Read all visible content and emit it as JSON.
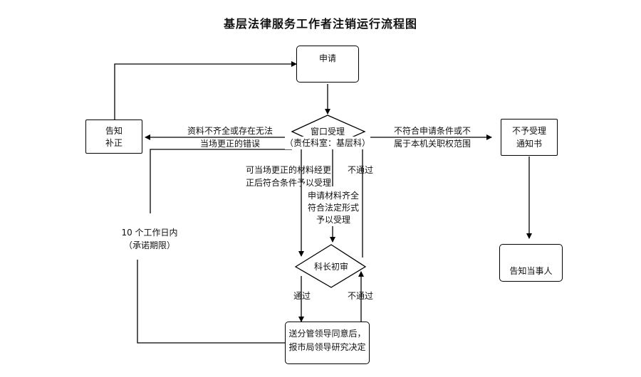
{
  "title": "基层法律服务工作者注销运行流程图",
  "nodes": {
    "apply": "申请",
    "window_line1": "窗口受理",
    "window_line2": "（责任科室：基层科）",
    "notify_fix_line1": "告知",
    "notify_fix_line2": "补正",
    "reject_notice_line1": "不予受理",
    "reject_notice_line2": "通知书",
    "inform_party": "告知当事人",
    "section_chief": "科长初审",
    "leader_line1": "送分管领导同意后，",
    "leader_line2": "报市局领导研究决定"
  },
  "edge_labels": {
    "incomplete_line1": "资料不齐全或存在无法",
    "incomplete_line2": "当场更正的错误",
    "not_eligible_line1": "不符合申请条件或不",
    "not_eligible_line2": "属于本机关职权范围",
    "correctable_line1": "可当场更正的材料经更",
    "correctable_line2": "正后符合条件予以受理",
    "complete_line1": "申请材料齐全",
    "complete_line2": "符合法定形式",
    "complete_line3": "予以受理",
    "fail_top": "不通过",
    "pass": "通过",
    "fail_bottom": "不通过",
    "deadline_line1": "10 个工作日内",
    "deadline_line2": "（承诺期限）"
  }
}
